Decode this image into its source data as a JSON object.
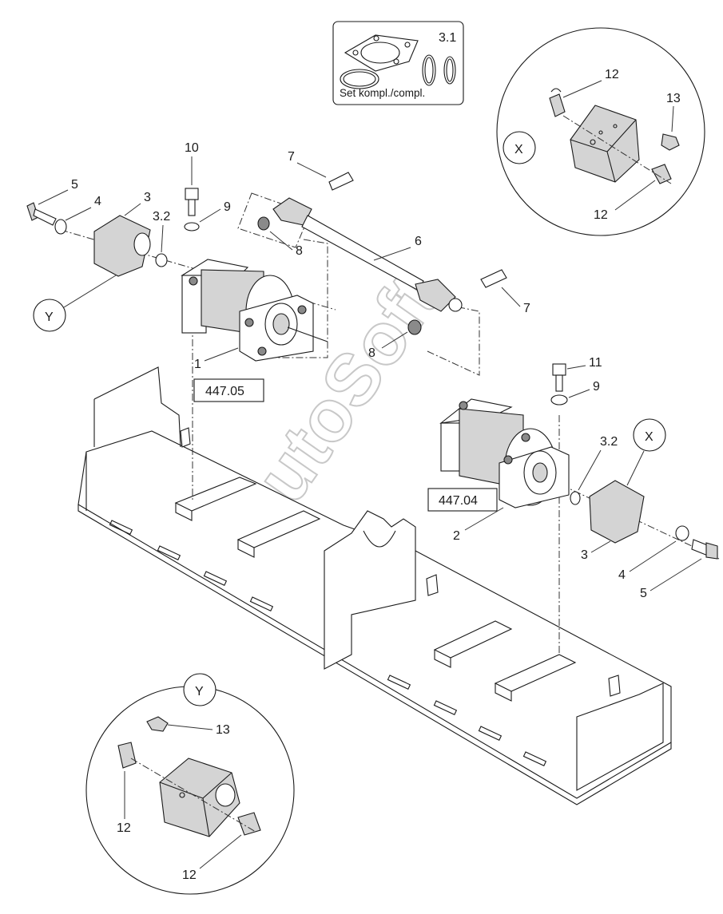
{
  "watermark": "AutoSoft",
  "set_box": {
    "caption": "Set kompl./compl.",
    "number": "3.1"
  },
  "references": {
    "ref_1": "447.05",
    "ref_2": "447.04"
  },
  "detail_x": {
    "letter": "X",
    "labels": [
      "12",
      "13",
      "12"
    ]
  },
  "detail_y": {
    "letter": "Y",
    "labels": [
      "13",
      "12",
      "12"
    ]
  },
  "callouts": {
    "c10": "10",
    "c9a": "9",
    "c7a": "7",
    "c5a": "5",
    "c4a": "4",
    "c3a": "3",
    "c32a": "3.2",
    "c8a": "8",
    "c6": "6",
    "c7b": "7",
    "c8b": "8",
    "c1": "1",
    "c11": "11",
    "c9b": "9",
    "c32b": "3.2",
    "c2": "2",
    "c3b": "3",
    "c4b": "4",
    "c5b": "5"
  },
  "pointers": {
    "y_main": "Y",
    "x_main": "X"
  }
}
